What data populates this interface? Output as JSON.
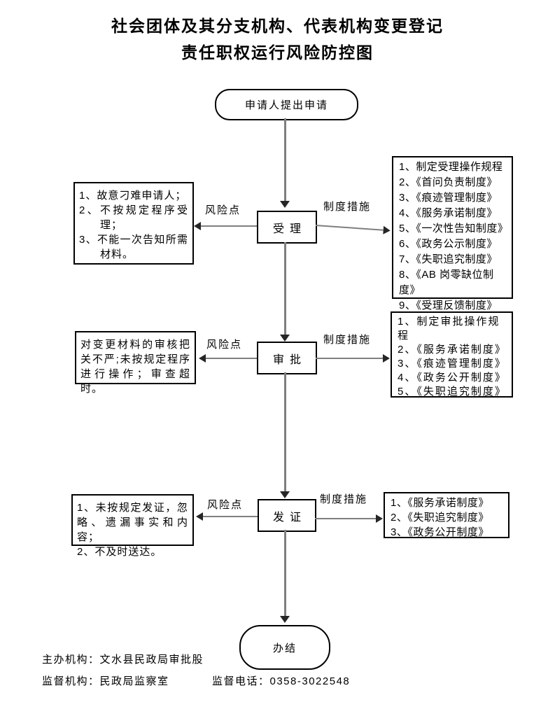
{
  "title": {
    "line1": "社会团体及其分支机构、代表机构变更登记",
    "line2": "责任职权运行风险防控图"
  },
  "flow": {
    "start_label": "申请人提出申请",
    "end_label": "办结",
    "steps": [
      {
        "name": "受理",
        "risk_label": "风险点",
        "measure_label": "制度措施",
        "risks": [
          "1、故意刁难申请人；",
          "2、不按规定程序受理；",
          "3、不能一次告知所需材料。"
        ],
        "measures": [
          "1、制定受理操作规程",
          "2、《首问负责制度》",
          "3、《痕迹管理制度》",
          "4、《服务承诺制度》",
          "5、《一次性告知制度》",
          "6、《政务公示制度》",
          "7、《失职追究制度》",
          "8、《AB 岗零缺位制度》",
          "9、《受理反馈制度》"
        ]
      },
      {
        "name": "审批",
        "risk_label": "风险点",
        "measure_label": "制度措施",
        "risks": [
          "对变更材料的审核把关不严;未按规定程序进行操作；审查超时。"
        ],
        "measures": [
          "1、制定审批操作规程",
          "2、《服务承诺制度》",
          "3、《痕迹管理制度》",
          "4、《政务公开制度》",
          "5、《失职追究制度》"
        ]
      },
      {
        "name": "发证",
        "risk_label": "风险点",
        "measure_label": "制度措施",
        "risks": [
          "1、未按规定发证，忽略、遗漏事实和内容；",
          "2、不及时送达。"
        ],
        "measures": [
          "1、《服务承诺制度》",
          "2、《失职追究制度》",
          "3、《政务公开制度》"
        ]
      }
    ]
  },
  "footer": {
    "host": "主办机构：文水县民政局审批股",
    "supervisor": "监督机构：民政局监察室",
    "phone": "监督电话：0358-3022548"
  }
}
